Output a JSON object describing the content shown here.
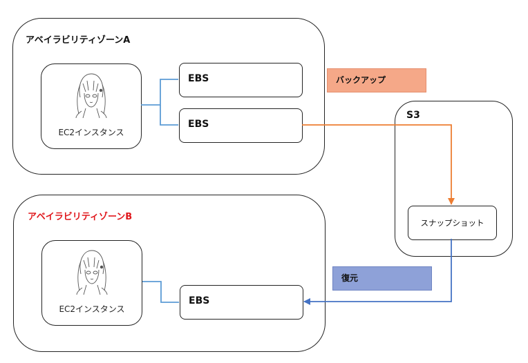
{
  "zone_a": {
    "title": "アベイラビリティゾーンA",
    "ec2_label": "EC2インスタンス",
    "ebs_top_label": "EBS",
    "ebs_bottom_label": "EBS"
  },
  "zone_b": {
    "title": "アベイラビリティゾーンB",
    "title_color": "#e0161b",
    "ec2_label": "EC2インスタンス",
    "ebs_label": "EBS"
  },
  "s3": {
    "title": "S3",
    "snapshot_label": "スナップショット"
  },
  "backup_tag": {
    "label": "バックアップ",
    "color": "#f5a888",
    "line_color": "#ed7d31"
  },
  "restore_tag": {
    "label": "復元",
    "color": "#8ea1d8",
    "line_color": "#4472c4"
  },
  "connector_color": "#5b9bd5",
  "icons": {
    "ec2_avatar": "anime-girl-sketch-icon"
  }
}
